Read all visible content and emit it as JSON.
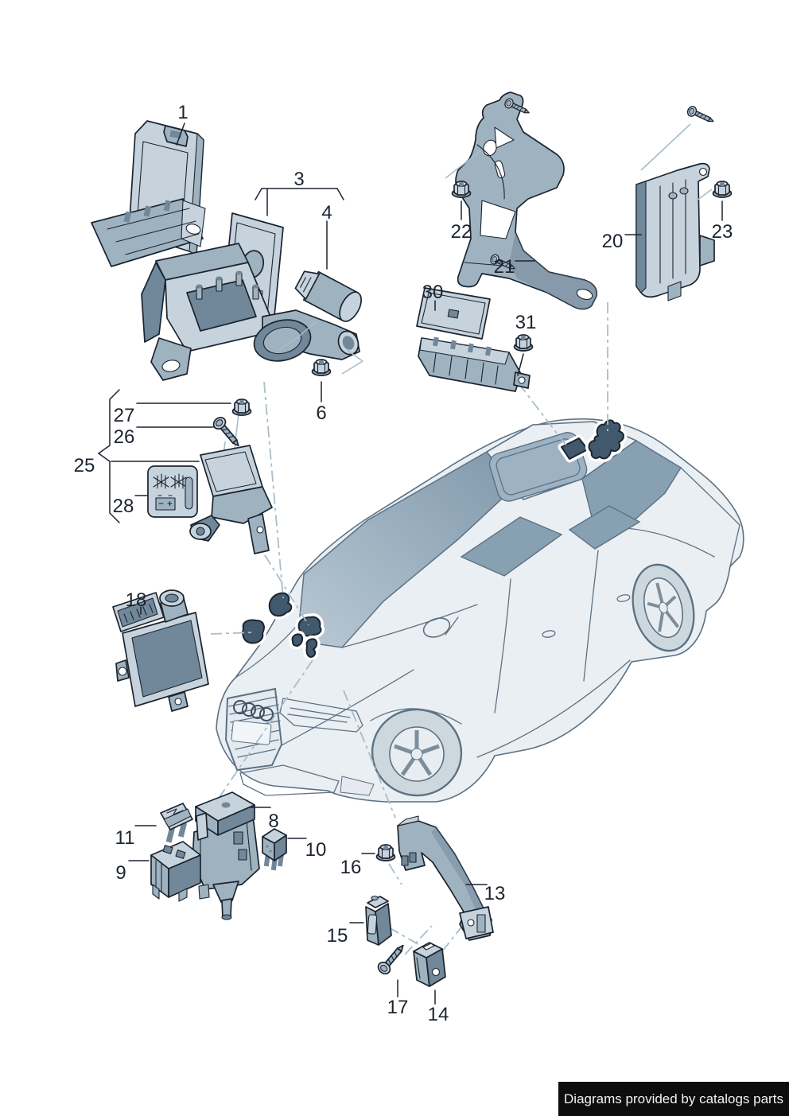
{
  "footer": {
    "text": "Diagrams provided by catalogs parts"
  },
  "callouts": {
    "c1": "1",
    "c3": "3",
    "c4": "4",
    "c6": "6",
    "c8": "8",
    "c9": "9",
    "c10": "10",
    "c11": "11",
    "c13": "13",
    "c14": "14",
    "c15": "15",
    "c16": "16",
    "c17": "17",
    "c18": "18",
    "c20": "20",
    "c21": "21",
    "c22": "22",
    "c23": "23",
    "c25": "25",
    "c26": "26",
    "c27": "27",
    "c28": "28",
    "c30": "30",
    "c31": "31"
  },
  "colors": {
    "ink": "#1b2430",
    "part-light": "#c7d3dc",
    "part-mid": "#9fb2c0",
    "part-dark": "#71879a",
    "part-hi": "#e4eaef",
    "car-body": "#eaeff3",
    "car-line": "#5d7184",
    "glass": "#9db2c2",
    "glass-dark": "#87a0b2",
    "patch": "#42596d",
    "leader": "#a9bdca",
    "footer-bg": "#0d0d0d",
    "footer-text": "#f2f2f2",
    "bg": "#ffffff"
  }
}
